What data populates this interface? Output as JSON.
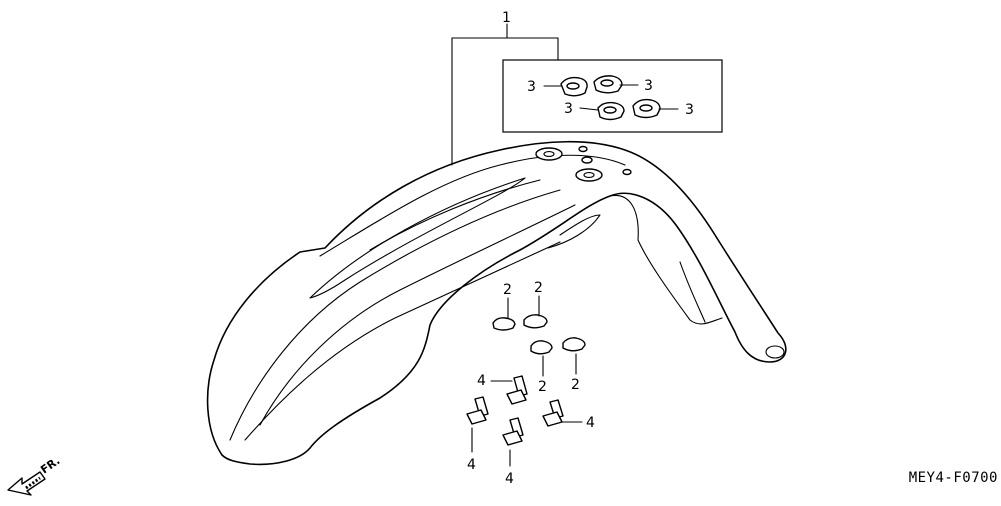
{
  "diagram": {
    "drawing_code": "MEY4-F0700",
    "direction_label": "FR.",
    "callouts": {
      "fender": "1",
      "rubber_washers": [
        "2",
        "2",
        "2",
        "2"
      ],
      "grommets": [
        "3",
        "3",
        "3",
        "3"
      ],
      "bolts": [
        "4",
        "4",
        "4",
        "4"
      ]
    }
  }
}
